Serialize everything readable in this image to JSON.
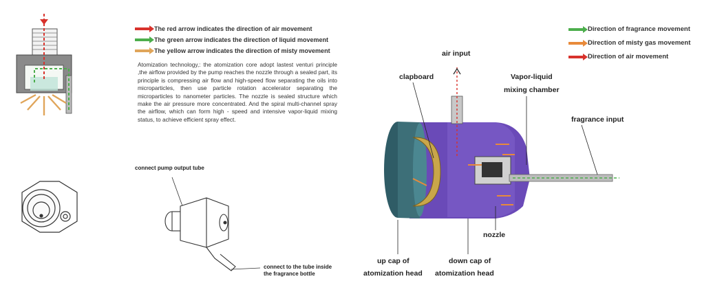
{
  "left_legend": [
    {
      "color": "red",
      "text": "The red arrow indicates the direction of air movement"
    },
    {
      "color": "green",
      "text": "The green arrow indicates the direction of liquid movement"
    },
    {
      "color": "yellow",
      "text": "The yellow arrow indicates the direction of misty  movement"
    }
  ],
  "description": "Atomization technology,: the atomization core adopt lastest  venturi principle ,the airflow provided by the pump reaches the nozzle through a sealed part,  its principle is compressing air flow and high-speed flow separating the oils into microparticles, then use particle rotation accelerator separating the microparticles to nanometer particles. The nozzle  is  sealed structure which make the air pressure more concentrated. And the spiral multi-channel spray the airflow, which can form  high - speed and  intensive vapor-liquid mixing status, to achieve efficient spray effect.",
  "right_legend": [
    {
      "color": "green",
      "text": "Direction of fragrance movement"
    },
    {
      "color": "orange",
      "text": "Direction of misty gas movement"
    },
    {
      "color": "red",
      "text": "Direction of air movement"
    }
  ],
  "labels": {
    "connect_pump": "connect pump output tube",
    "connect_tube_line1": "connect to the tube inside",
    "connect_tube_line2": "the fragrance bottle",
    "air_input": "air input",
    "clapboard": "clapboard",
    "vapor_line1": "Vapor-liquid",
    "vapor_line2": "mixing chamber",
    "fragrance_input": "fragrance input",
    "nozzle": "nozzle",
    "up_cap_line1": "up cap of",
    "up_cap_line2": "atomization head",
    "down_cap_line1": "down cap of",
    "down_cap_line2": "atomization head"
  },
  "colors": {
    "air": "#d8322c",
    "liquid": "#4cae4c",
    "misty_left": "#e0a55a",
    "misty_right": "#e88a3a",
    "body_purple": "#6a4ab8",
    "cap_teal": "#3d6f78",
    "clapboard_gold": "#c9a64a"
  }
}
